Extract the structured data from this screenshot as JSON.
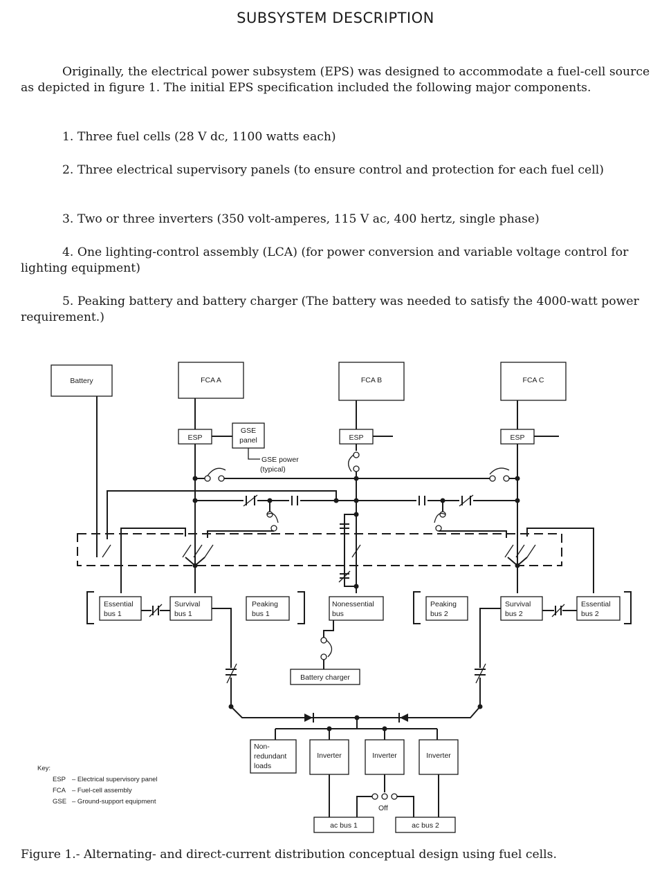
{
  "page": {
    "title": "SUBSYSTEM DESCRIPTION",
    "intro": "Originally, the electrical power subsystem (EPS) was designed to accommodate a fuel-cell source as depicted in figure 1.  The initial EPS specification included the following major components.",
    "components": [
      "1.  Three fuel cells (28 V dc,  1100 watts each)",
      "2.  Three electrical supervisory panels (to ensure control and protection for each fuel cell)",
      "3.  Two or three inverters (350 volt-amperes,  115 V ac,  400 hertz,  single phase)",
      "4.  One lighting-control assembly (LCA) (for power conversion and variable voltage control for lighting equipment)",
      "5.  Peaking battery and battery charger  (The battery was needed to satisfy the 4000-watt power requirement.)"
    ],
    "caption": "Figure 1.- Alternating- and direct-current distribution conceptual design using fuel cells."
  },
  "diagram": {
    "battery": "Battery",
    "fca_a": "FCA A",
    "fca_b": "FCA B",
    "fca_c": "FCA C",
    "esp": "ESP",
    "gse_panel_line1": "GSE",
    "gse_panel_line2": "panel",
    "gse_power_line1": "GSE power",
    "gse_power_line2": "(typical)",
    "essential_bus_1": [
      "Essential",
      "bus 1"
    ],
    "survival_bus_1": [
      "Survival",
      "bus 1"
    ],
    "peaking_bus_1": [
      "Peaking",
      "bus 1"
    ],
    "nonessential_bus": [
      "Nonessential",
      "bus"
    ],
    "peaking_bus_2": [
      "Peaking",
      "bus 2"
    ],
    "survival_bus_2": [
      "Survival",
      "bus 2"
    ],
    "essential_bus_2": [
      "Essential",
      "bus 2"
    ],
    "battery_charger": "Battery charger",
    "nonredundant_loads": [
      "Non-",
      "redundant",
      "loads"
    ],
    "inverter": "Inverter",
    "off": "Off",
    "ac_bus_1": "ac bus 1",
    "ac_bus_2": "ac bus 2"
  },
  "key": {
    "heading": "Key:",
    "entries": [
      {
        "abbr": "ESP",
        "meaning": "– Electrical supervisory panel"
      },
      {
        "abbr": "FCA",
        "meaning": "– Fuel-cell assembly"
      },
      {
        "abbr": "GSE",
        "meaning": "– Ground-support equipment"
      }
    ]
  }
}
